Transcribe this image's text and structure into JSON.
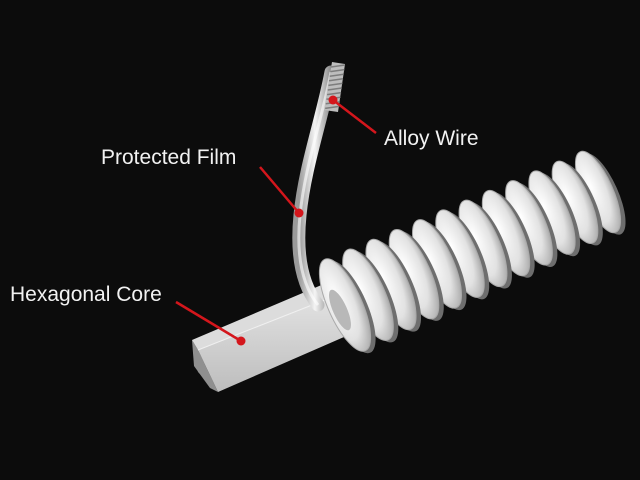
{
  "labels": {
    "alloy_wire": "Alloy Wire",
    "protected_film": "Protected Film",
    "hexagonal_core": "Hexagonal Core"
  },
  "colors": {
    "background": "#0c0c0c",
    "leader_line": "#d4161c",
    "label_text": "#f2f2f2",
    "coil": "#e6e6e6",
    "core": "#cfcfcf"
  }
}
